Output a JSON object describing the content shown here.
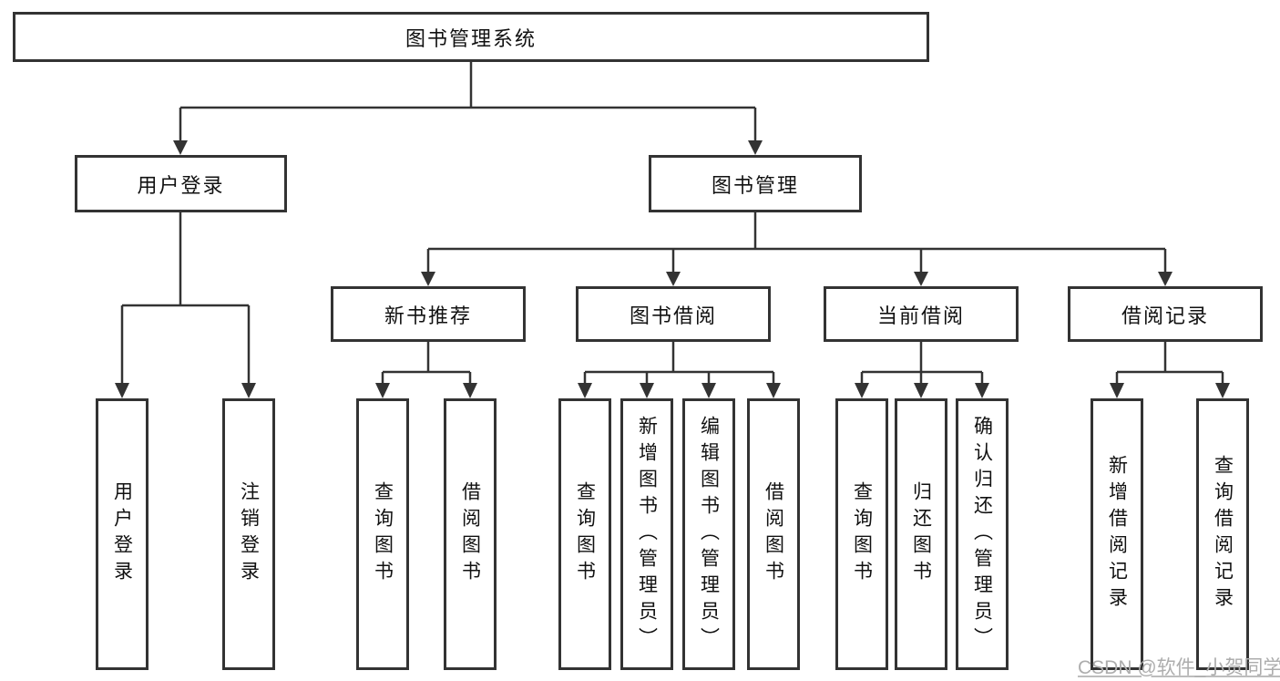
{
  "diagram": {
    "type": "hierarchy-functional-structure",
    "colors": {
      "line": "#333333",
      "box_border": "#333333",
      "box_background": "#ffffff",
      "text": "#111111",
      "watermark": "#adadad"
    },
    "tree": {
      "label": "图书管理系统",
      "children": [
        {
          "label": "用户登录",
          "children": [
            {
              "label": "用户登录"
            },
            {
              "label": "注销登录"
            }
          ]
        },
        {
          "label": "图书管理",
          "children": [
            {
              "label": "新书推荐",
              "children": [
                {
                  "label": "查询图书"
                },
                {
                  "label": "借阅图书"
                }
              ]
            },
            {
              "label": "图书借阅",
              "children": [
                {
                  "label": "查询图书"
                },
                {
                  "label": "新增图书（管理员）"
                },
                {
                  "label": "编辑图书（管理员）"
                },
                {
                  "label": "借阅图书"
                }
              ]
            },
            {
              "label": "当前借阅",
              "children": [
                {
                  "label": "查询图书"
                },
                {
                  "label": "归还图书"
                },
                {
                  "label": "确认归还（管理员）"
                }
              ]
            },
            {
              "label": "借阅记录",
              "children": [
                {
                  "label": "新增借阅记录"
                },
                {
                  "label": "查询借阅记录"
                }
              ]
            }
          ]
        }
      ]
    },
    "watermark": "CSDN @软件_小贺同学"
  }
}
